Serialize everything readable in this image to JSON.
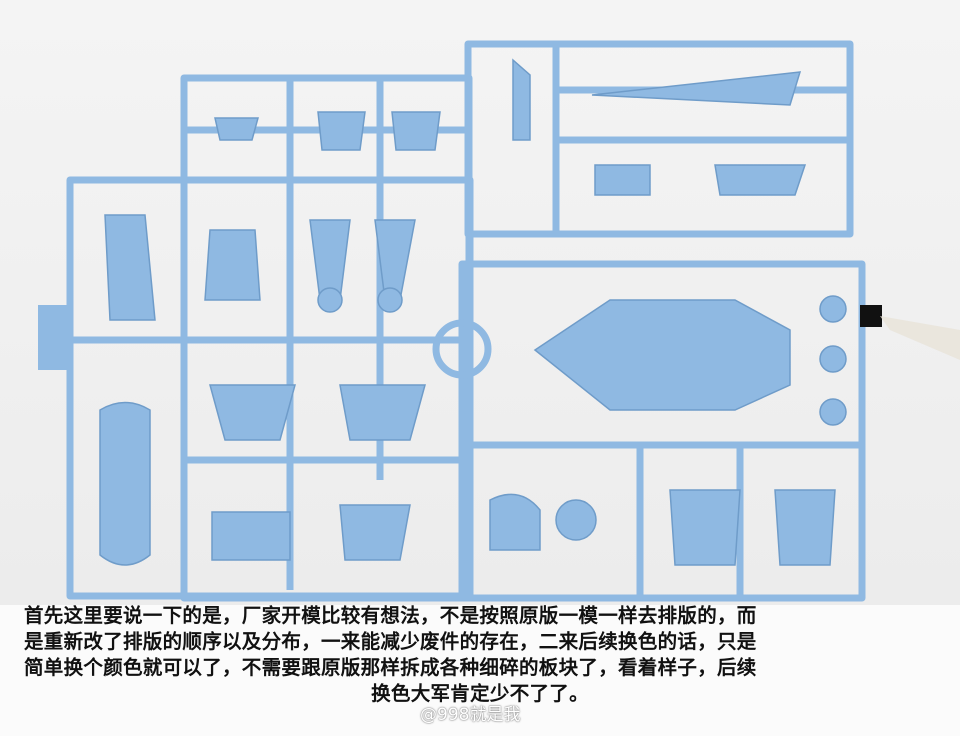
{
  "caption": {
    "lines": [
      "首先这里要说一下的是，厂家开模比较有想法，不是按照原版一模一样去排版的，而",
      "是重新改了排版的顺序以及分布，一来能减少废件的存在，二来后续换色的话，只是",
      "简单换个颜色就可以了，不需要跟原版那样拆成各种细碎的板块了，看着样子，后续",
      "换色大军肯定少不了了。"
    ]
  },
  "watermark": "@998就是我",
  "colors": {
    "plastic": "#8fb9e2",
    "plastic_dark": "#6f9cc9",
    "background": "#efefef"
  }
}
